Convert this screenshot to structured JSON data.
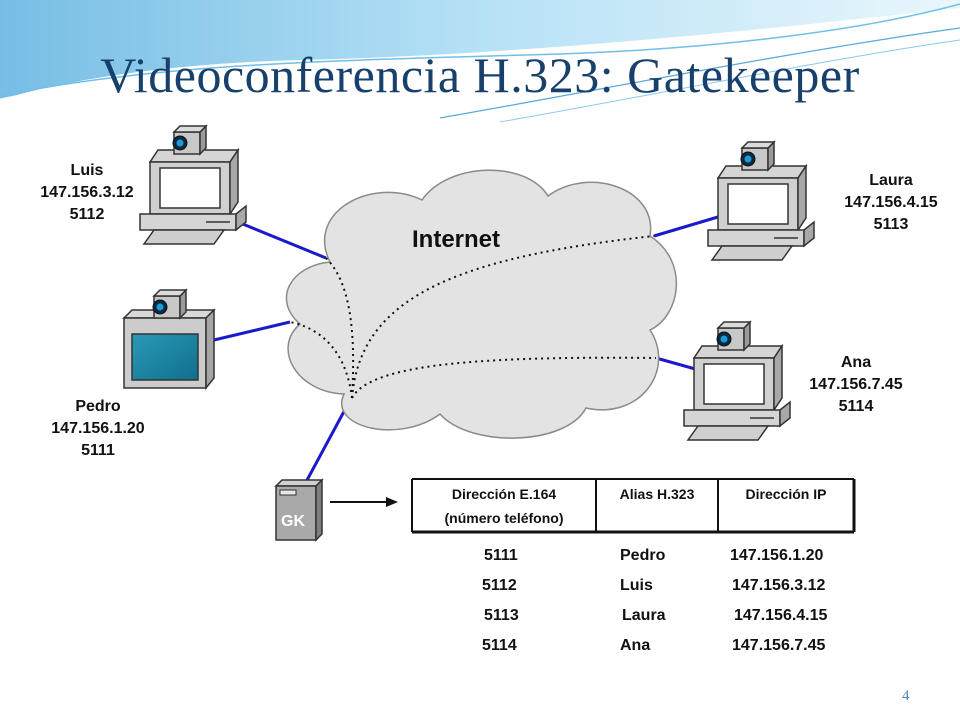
{
  "title": "Videoconferencia H.323: Gatekeeper",
  "cloud_label": "Internet",
  "endpoints": {
    "luis": {
      "name": "Luis",
      "ip": "147.156.3.12",
      "number": "5112"
    },
    "laura": {
      "name": "Laura",
      "ip": "147.156.4.15",
      "number": "5113"
    },
    "pedro": {
      "name": "Pedro",
      "ip": "147.156.1.20",
      "number": "5111"
    },
    "ana": {
      "name": "Ana",
      "ip": "147.156.7.45",
      "number": "5114"
    }
  },
  "gatekeeper_label": "GK",
  "table": {
    "headers": {
      "e164_line1": "Dirección E.164",
      "e164_line2": "(número teléfono)",
      "alias": "Alias H.323",
      "ip": "Dirección IP"
    },
    "rows": [
      {
        "number": "5111",
        "alias": "Pedro",
        "ip": "147.156.1.20"
      },
      {
        "number": "5112",
        "alias": "Luis",
        "ip": "147.156.3.12"
      },
      {
        "number": "5113",
        "alias": "Laura",
        "ip": "147.156.4.15"
      },
      {
        "number": "5114",
        "alias": "Ana",
        "ip": "147.156.7.45"
      }
    ]
  },
  "page_number": "4",
  "colors": {
    "title": "#17406d",
    "link": "#1a1acc",
    "cloud": "#e3e3e3",
    "banner": "#9fd4ef"
  }
}
